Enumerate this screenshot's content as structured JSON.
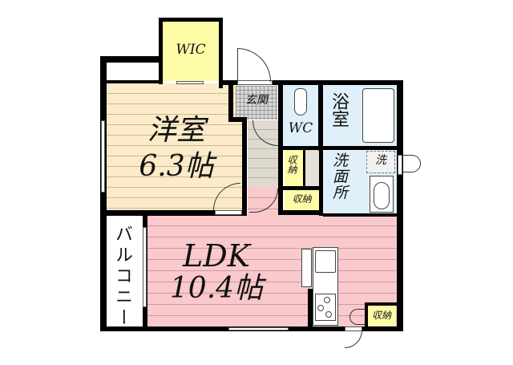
{
  "floorplan": {
    "rooms": {
      "wic": {
        "label": "WIC",
        "color": "#fffca8"
      },
      "western_room": {
        "label": "洋室",
        "size": "6.3帖",
        "color": "#fcebc8"
      },
      "entrance": {
        "label": "玄関"
      },
      "toilet": {
        "label": "WC",
        "color": "#dff0fa"
      },
      "bathroom": {
        "label": "浴室",
        "color": "#dff0fa"
      },
      "washroom": {
        "label": "洗面所",
        "color": "#dff0fa"
      },
      "washer_space": {
        "label": "洗"
      },
      "storage_1": {
        "label": "収納",
        "color": "#fffca8"
      },
      "storage_2": {
        "label": "収納",
        "color": "#fffca8"
      },
      "storage_3": {
        "label": "収納",
        "color": "#fffca8"
      },
      "ldk": {
        "label": "LDK",
        "size": "10.4帖",
        "color": "#f9c9cc"
      },
      "balcony": {
        "label": "バルコニー"
      }
    },
    "wall_color": "#000000"
  }
}
